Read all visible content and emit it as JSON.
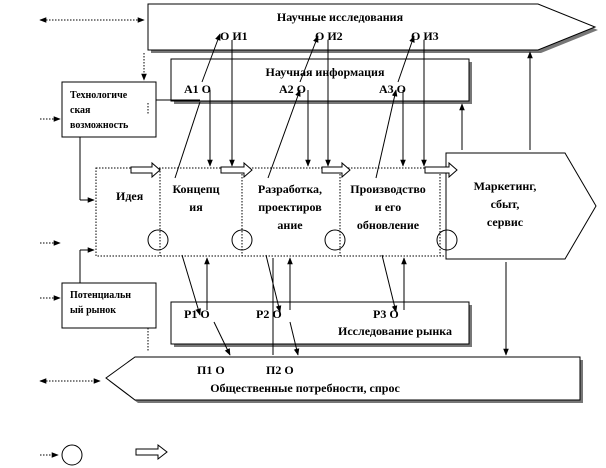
{
  "bands": {
    "top": "Научные исследования",
    "bottom": "Общественные потребности, спрос"
  },
  "side_boxes": {
    "tech": [
      "Технологиче",
      "ская",
      "возможность"
    ],
    "market": [
      "Потенциальн",
      "ый рынок"
    ]
  },
  "info_box": {
    "title": "Научная   информация",
    "codes": [
      "A1 O",
      "A2  O",
      "A3  O"
    ]
  },
  "research_codes": [
    "O  И1",
    "O  И2",
    "O  И3"
  ],
  "stages": {
    "idea": "Идея",
    "concept": [
      "Концепц",
      "ия"
    ],
    "development": [
      "Разработка,",
      "проектиров",
      "ание"
    ],
    "production": [
      "Производство",
      "и его",
      "обновление"
    ],
    "marketing": [
      "Маркетинг,",
      "сбыт,",
      "сервис"
    ]
  },
  "market_box": {
    "title": "Исследование рынка",
    "codes": [
      "P1   O",
      "P2  O",
      "P3  O"
    ]
  },
  "need_codes": [
    "П1  O",
    "П2  O"
  ]
}
